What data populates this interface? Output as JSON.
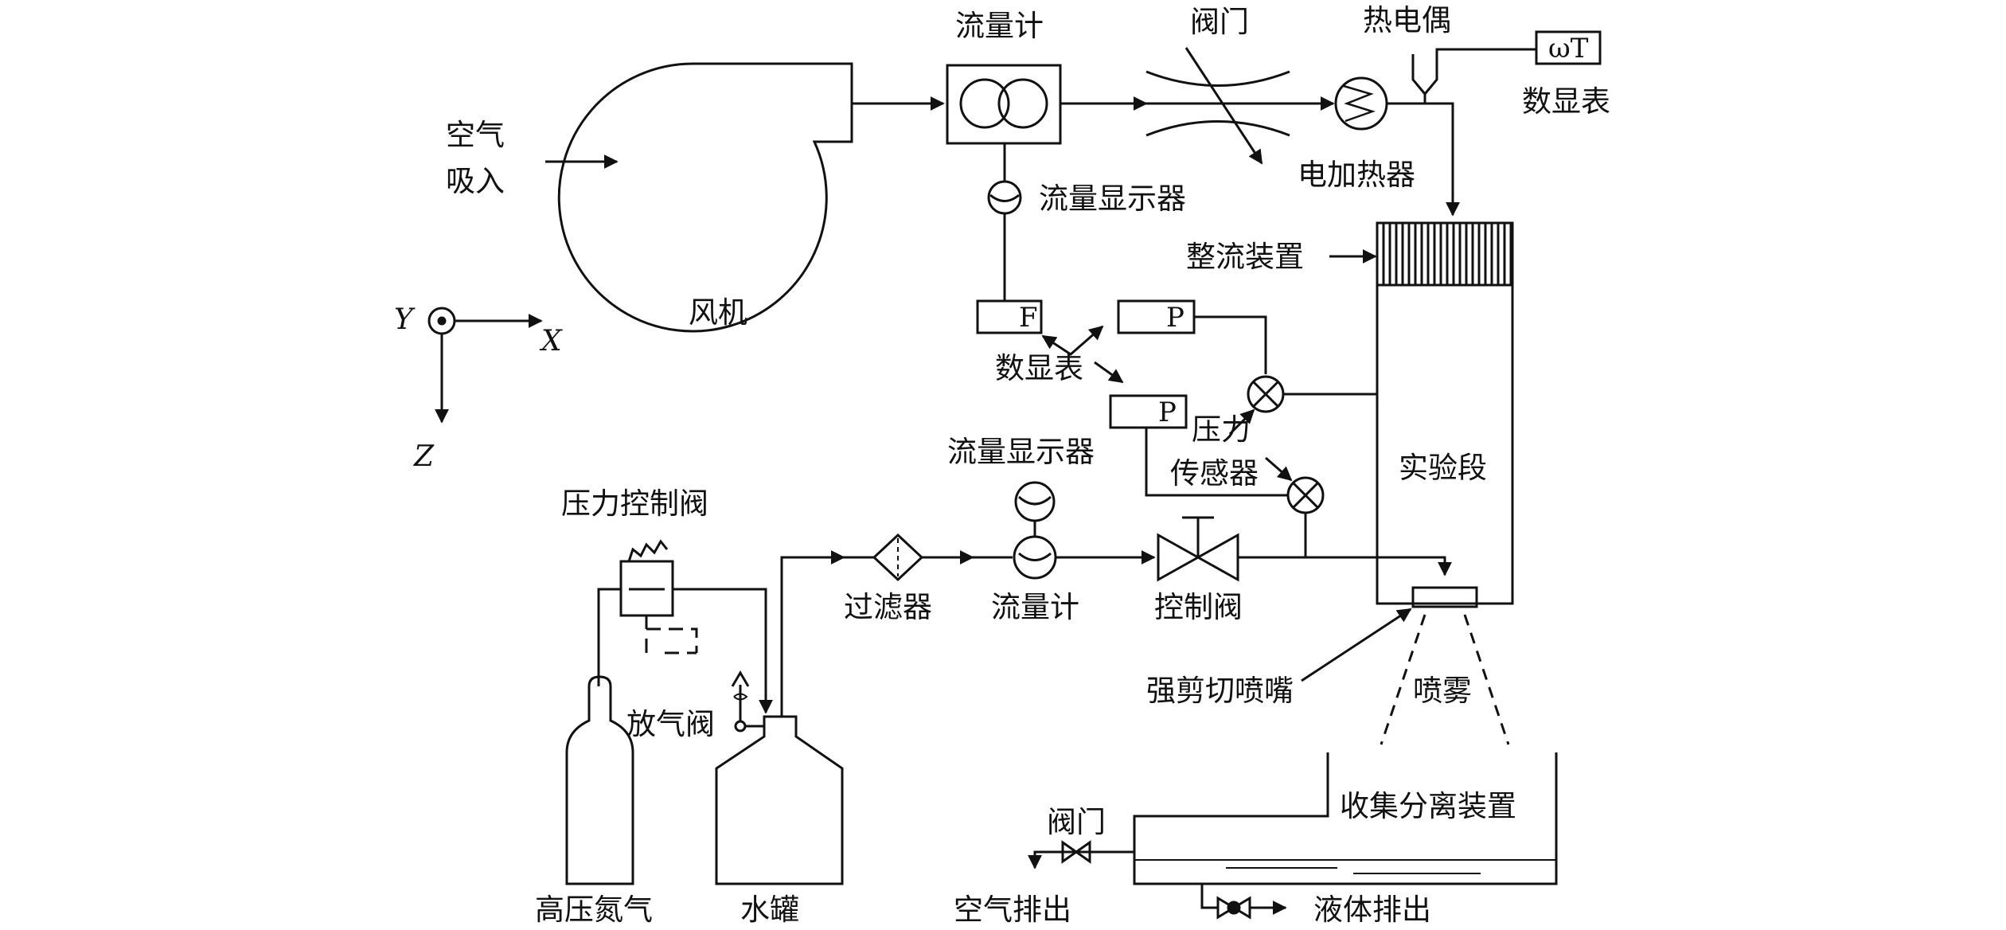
{
  "labels": {
    "air_intake_1": "空气",
    "air_intake_2": "吸入",
    "fan": "风机",
    "flowmeter_top": "流量计",
    "valve_top": "阀门",
    "thermocouple": "热电偶",
    "display_meter_top": "数显表",
    "display_meter_mid": "数显表",
    "electric_heater": "电加热器",
    "flow_display_top": "流量显示器",
    "flow_straightener": "整流装置",
    "pressure_sensor_1": "压力",
    "pressure_sensor_2": "传感器",
    "test_section": "实验段",
    "flow_display_bottom": "流量显示器",
    "pressure_control_valve": "压力控制阀",
    "filter": "过滤器",
    "flowmeter_bottom": "流量计",
    "control_valve": "控制阀",
    "high_shear_nozzle": "强剪切喷嘴",
    "spray": "喷雾",
    "vent_valve": "放气阀",
    "collection_separator": "收集分离装置",
    "valve_bottom": "阀门",
    "air_exhaust": "空气排出",
    "liquid_exhaust": "液体排出",
    "high_pressure_nitrogen": "高压氮气",
    "water_tank": "水罐"
  },
  "meters": {
    "flow_letter": "F",
    "pressure_letter_1": "P",
    "pressure_letter_2": "P",
    "thermo_readout": "ωT"
  },
  "axes": {
    "x": "X",
    "y": "Y",
    "z": "Z"
  }
}
